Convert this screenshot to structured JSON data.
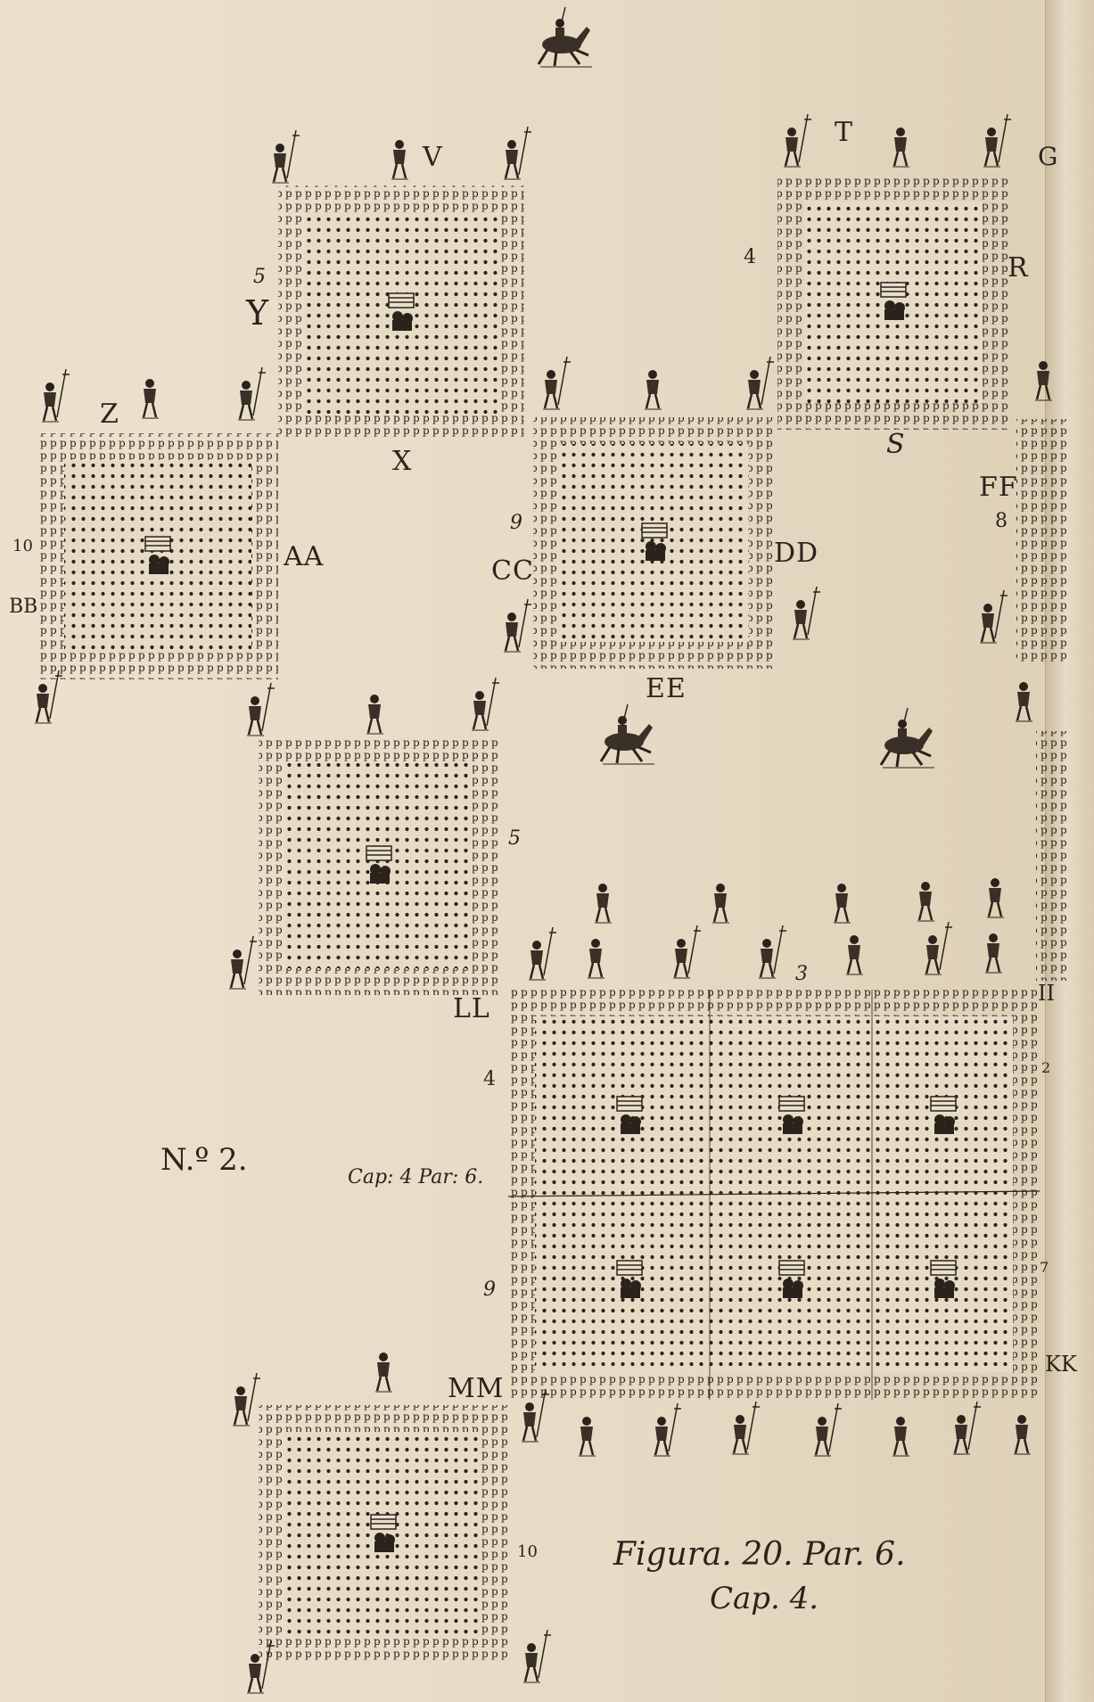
{
  "labels": {
    "V": "V",
    "T": "T",
    "R": "R",
    "S": "S",
    "X": "X",
    "Z": "Z",
    "AA": "AA",
    "BB": "BB",
    "CC": "CC",
    "DD": "DD",
    "EE": "EE",
    "FF": "FF",
    "II": "II",
    "KK": "KK",
    "LL": "LL",
    "MM": "MM",
    "Y": "Y",
    "G": "G"
  },
  "numerals": {
    "n5_top": "5",
    "n4_right": "4",
    "n10_left": "10",
    "n9_center": "9",
    "n8_right": "8",
    "n5_mid": "5",
    "n3_big": "3",
    "n4_big": "4",
    "n9_big": "9",
    "n2_side": "2",
    "n7_side": "7",
    "n10_bottom": "10"
  },
  "plate_number": "N.º 2.",
  "cap_reference": "Cap: 4 Par: 6.",
  "caption": {
    "line1": "Figura. 20. Par. 6.",
    "line2": "Cap. 4."
  },
  "colors": {
    "ink": "#2b231b",
    "paper": "#e9dfcb"
  }
}
